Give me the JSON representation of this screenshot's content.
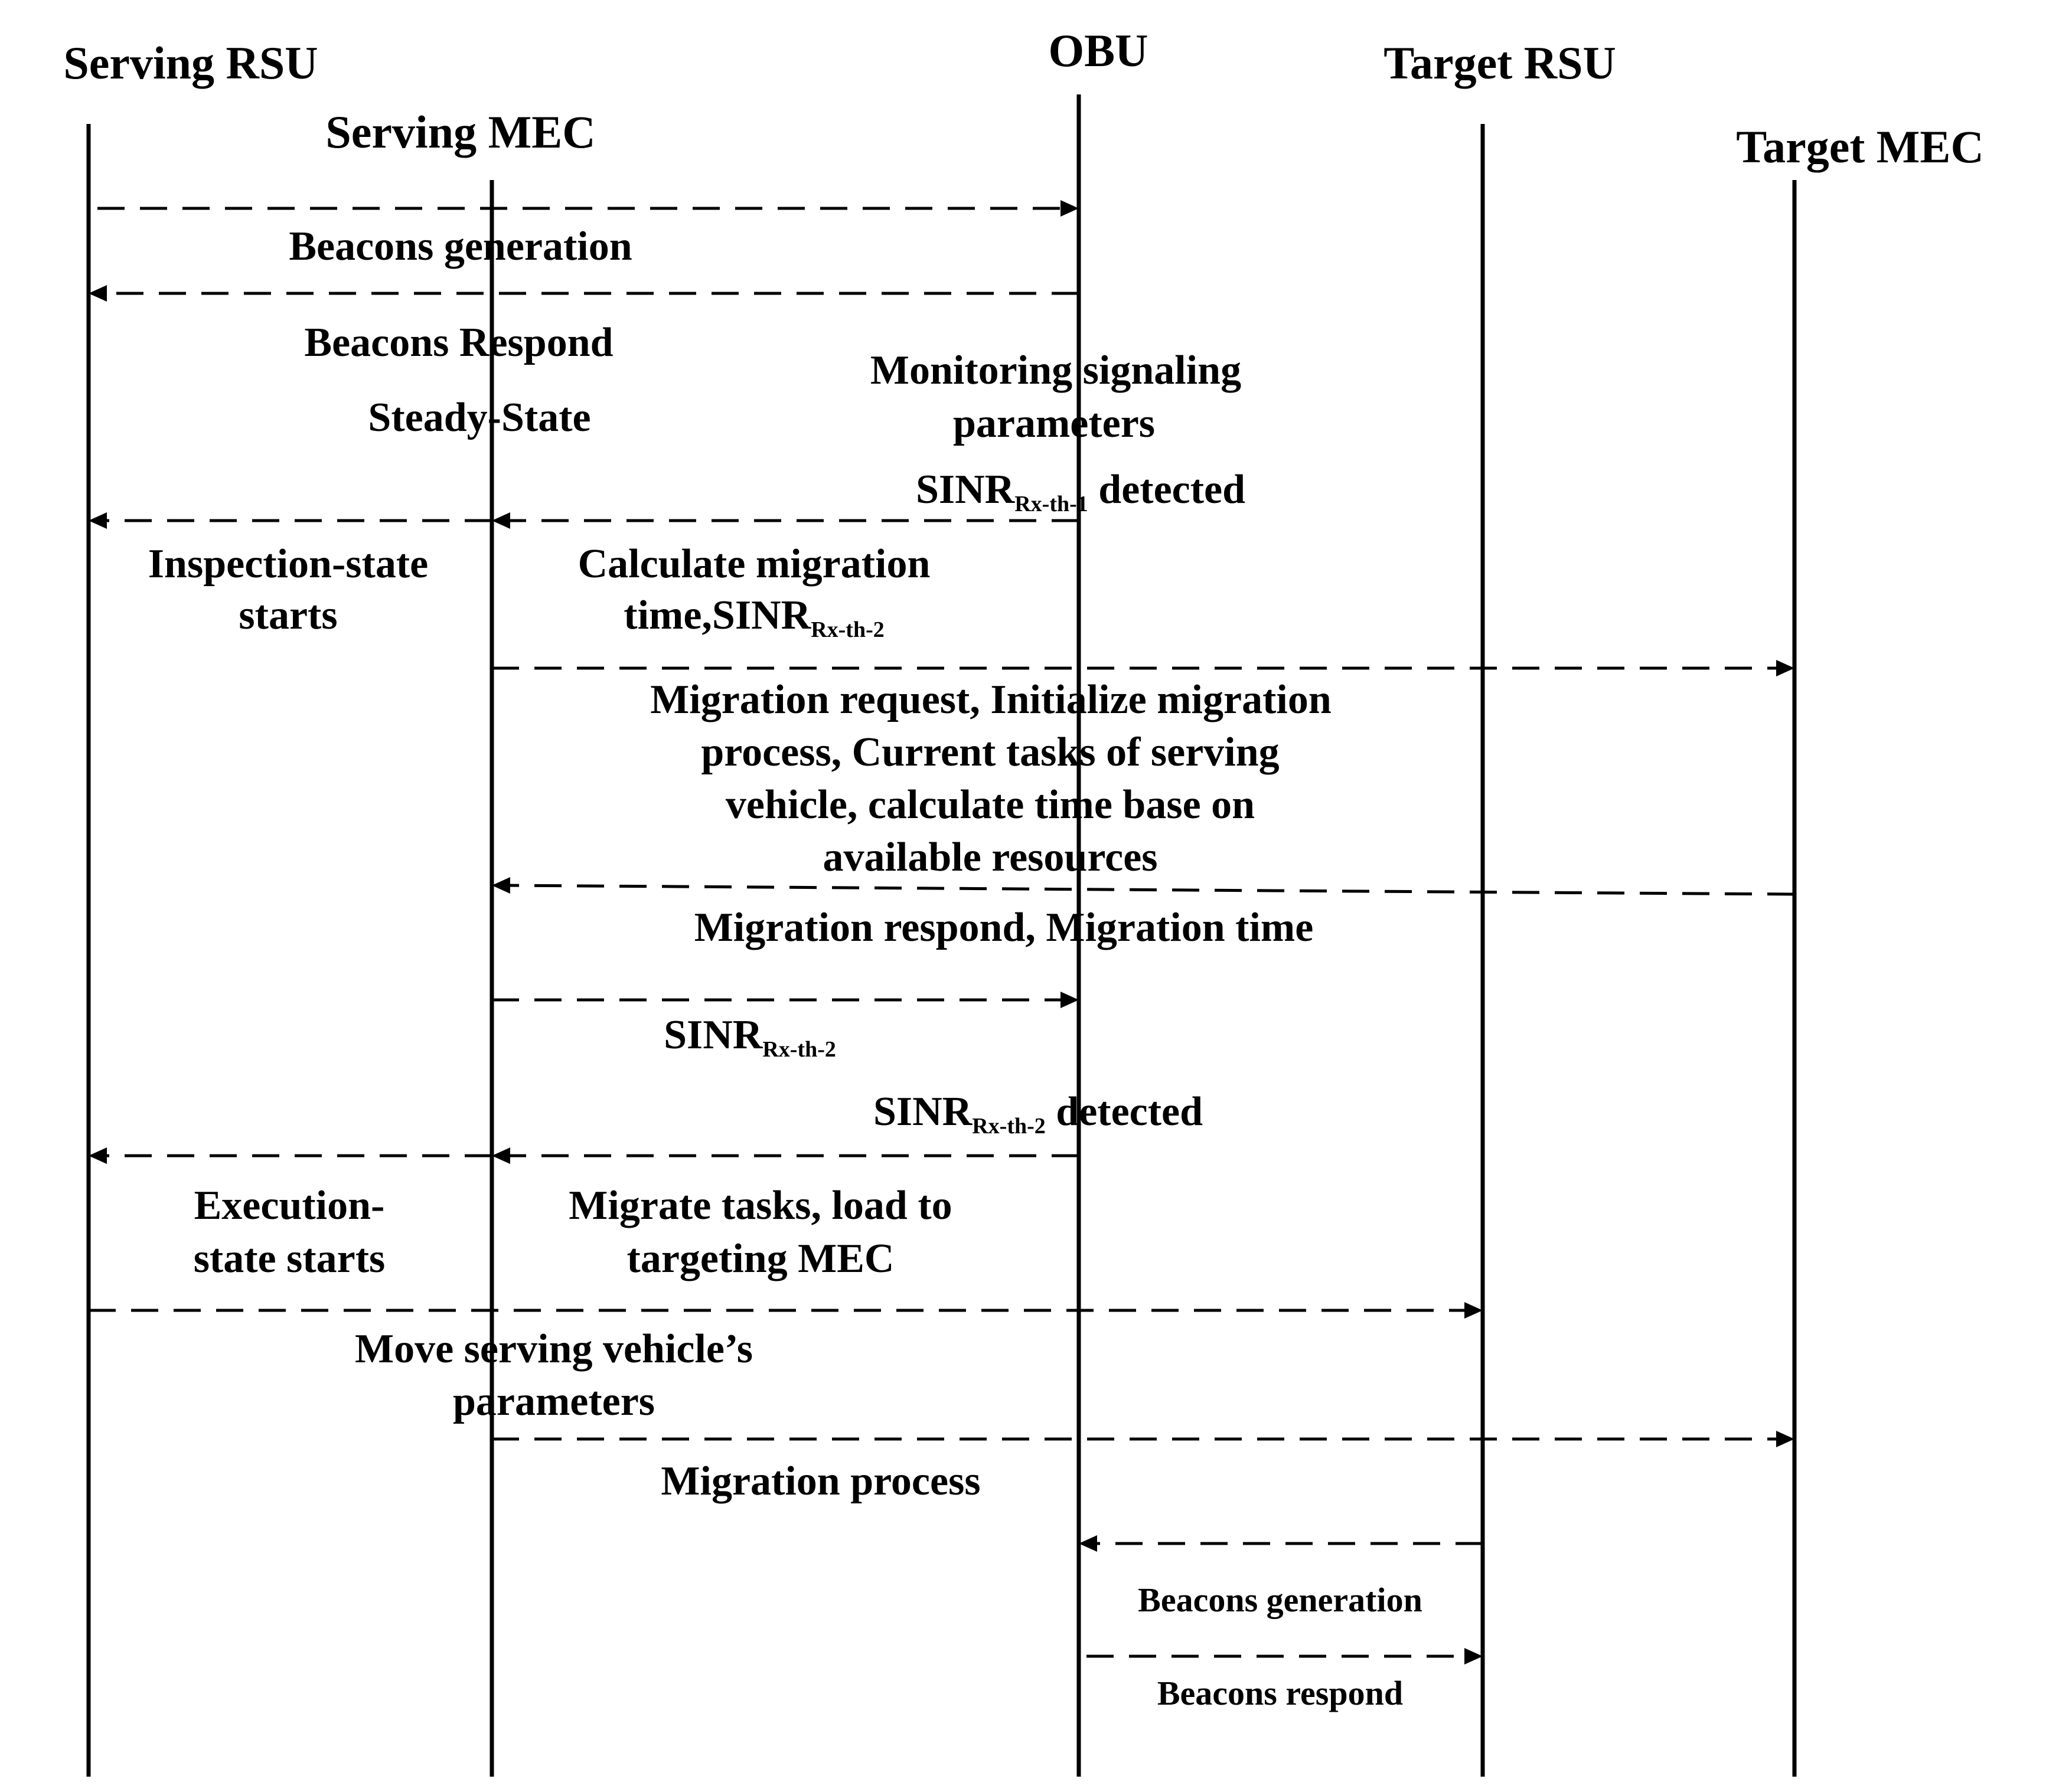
{
  "participants": {
    "serving_rsu": "Serving RSU",
    "serving_mec": "Serving MEC",
    "obu": "OBU",
    "target_rsu": "Target RSU",
    "target_mec": "Target MEC"
  },
  "messages": {
    "beacons_generation": "Beacons generation",
    "beacons_respond": "Beacons Respond",
    "steady_state": "Steady-State",
    "monitoring": [
      "Monitoring signaling",
      "parameters"
    ],
    "sinr": "SINR",
    "sinr_sub_1": "Rx-th-1",
    "sinr_sub_2": "Rx-th-2",
    "detected": " detected",
    "inspection": [
      "Inspection-state",
      "starts"
    ],
    "calculate": [
      "Calculate migration",
      "time,"
    ],
    "migration_request": [
      "Migration request, Initialize migration",
      "process, Current tasks of serving",
      "vehicle, calculate time base on",
      "available resources"
    ],
    "migration_respond": "Migration respond, Migration time",
    "execution": [
      "Execution-",
      "state starts"
    ],
    "migrate_tasks": [
      "Migrate tasks, load to",
      "targeting MEC"
    ],
    "move_params": [
      "Move serving vehicle’s",
      "parameters"
    ],
    "migration_process": "Migration process",
    "target_beacons_generation": "Beacons generation",
    "target_beacons_respond": "Beacons respond"
  }
}
